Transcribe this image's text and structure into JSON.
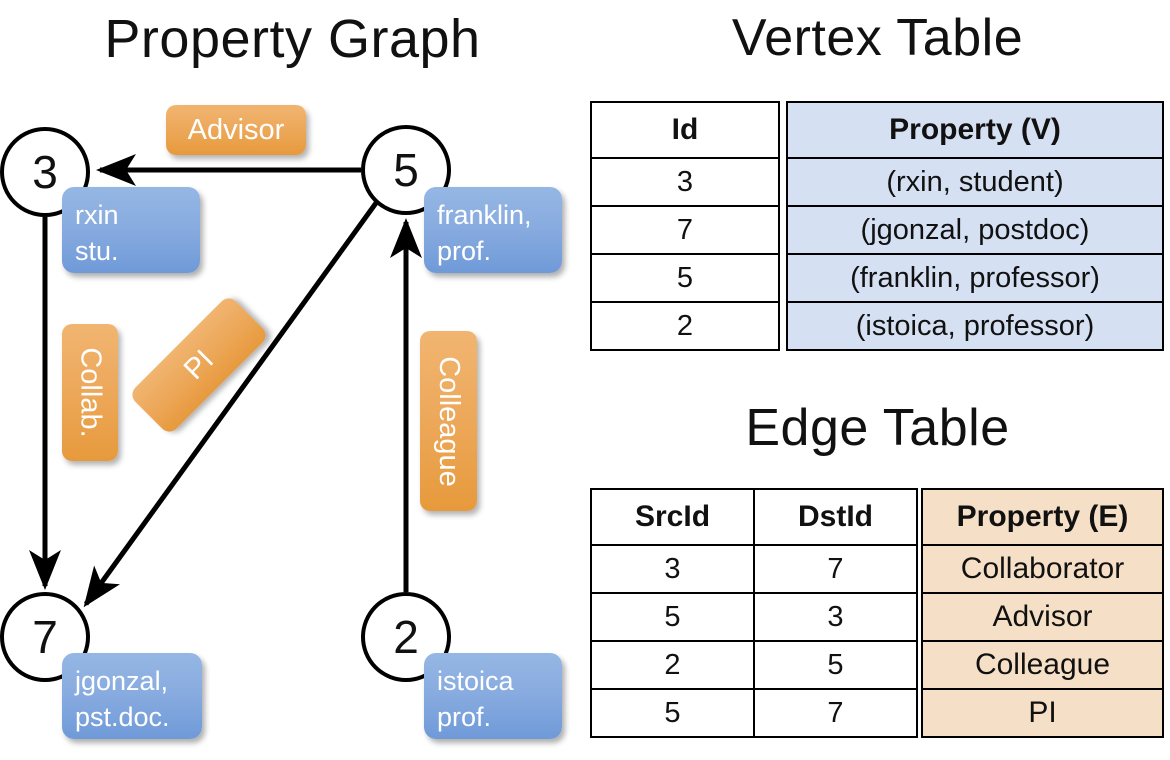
{
  "titles": {
    "graph": "Property Graph",
    "vertex_table": "Vertex Table",
    "edge_table": "Edge Table"
  },
  "graph": {
    "nodes": [
      {
        "id": "3",
        "label": "3",
        "property_line1": "rxin",
        "property_line2": "stu."
      },
      {
        "id": "5",
        "label": "5",
        "property_line1": "franklin,",
        "property_line2": "prof."
      },
      {
        "id": "7",
        "label": "7",
        "property_line1": "jgonzal,",
        "property_line2": "pst.doc."
      },
      {
        "id": "2",
        "label": "2",
        "property_line1": "istoica",
        "property_line2": "prof."
      }
    ],
    "edge_labels": [
      {
        "name": "advisor",
        "text": "Advisor"
      },
      {
        "name": "collab",
        "text": "Collab."
      },
      {
        "name": "pi",
        "text": "PI"
      },
      {
        "name": "colleague",
        "text": "Colleague"
      }
    ]
  },
  "vertex_table": {
    "headers": [
      "Id",
      "Property (V)"
    ],
    "rows": [
      {
        "id": "3",
        "property": "(rxin, student)"
      },
      {
        "id": "7",
        "property": "(jgonzal, postdoc)"
      },
      {
        "id": "5",
        "property": "(franklin, professor)"
      },
      {
        "id": "2",
        "property": "(istoica, professor)"
      }
    ]
  },
  "edge_table": {
    "headers": [
      "SrcId",
      "DstId",
      "Property (E)"
    ],
    "rows": [
      {
        "src": "3",
        "dst": "7",
        "property": "Collaborator"
      },
      {
        "src": "5",
        "dst": "3",
        "property": "Advisor"
      },
      {
        "src": "2",
        "dst": "5",
        "property": "Colleague"
      },
      {
        "src": "5",
        "dst": "7",
        "property": "PI"
      }
    ]
  },
  "colors": {
    "vertex_fill": "#d5e0f2",
    "edge_fill": "#f5dfc6",
    "node_box_blue": "#89ace0",
    "label_orange": "#eda95c",
    "stroke": "#000000",
    "background": "#ffffff"
  }
}
